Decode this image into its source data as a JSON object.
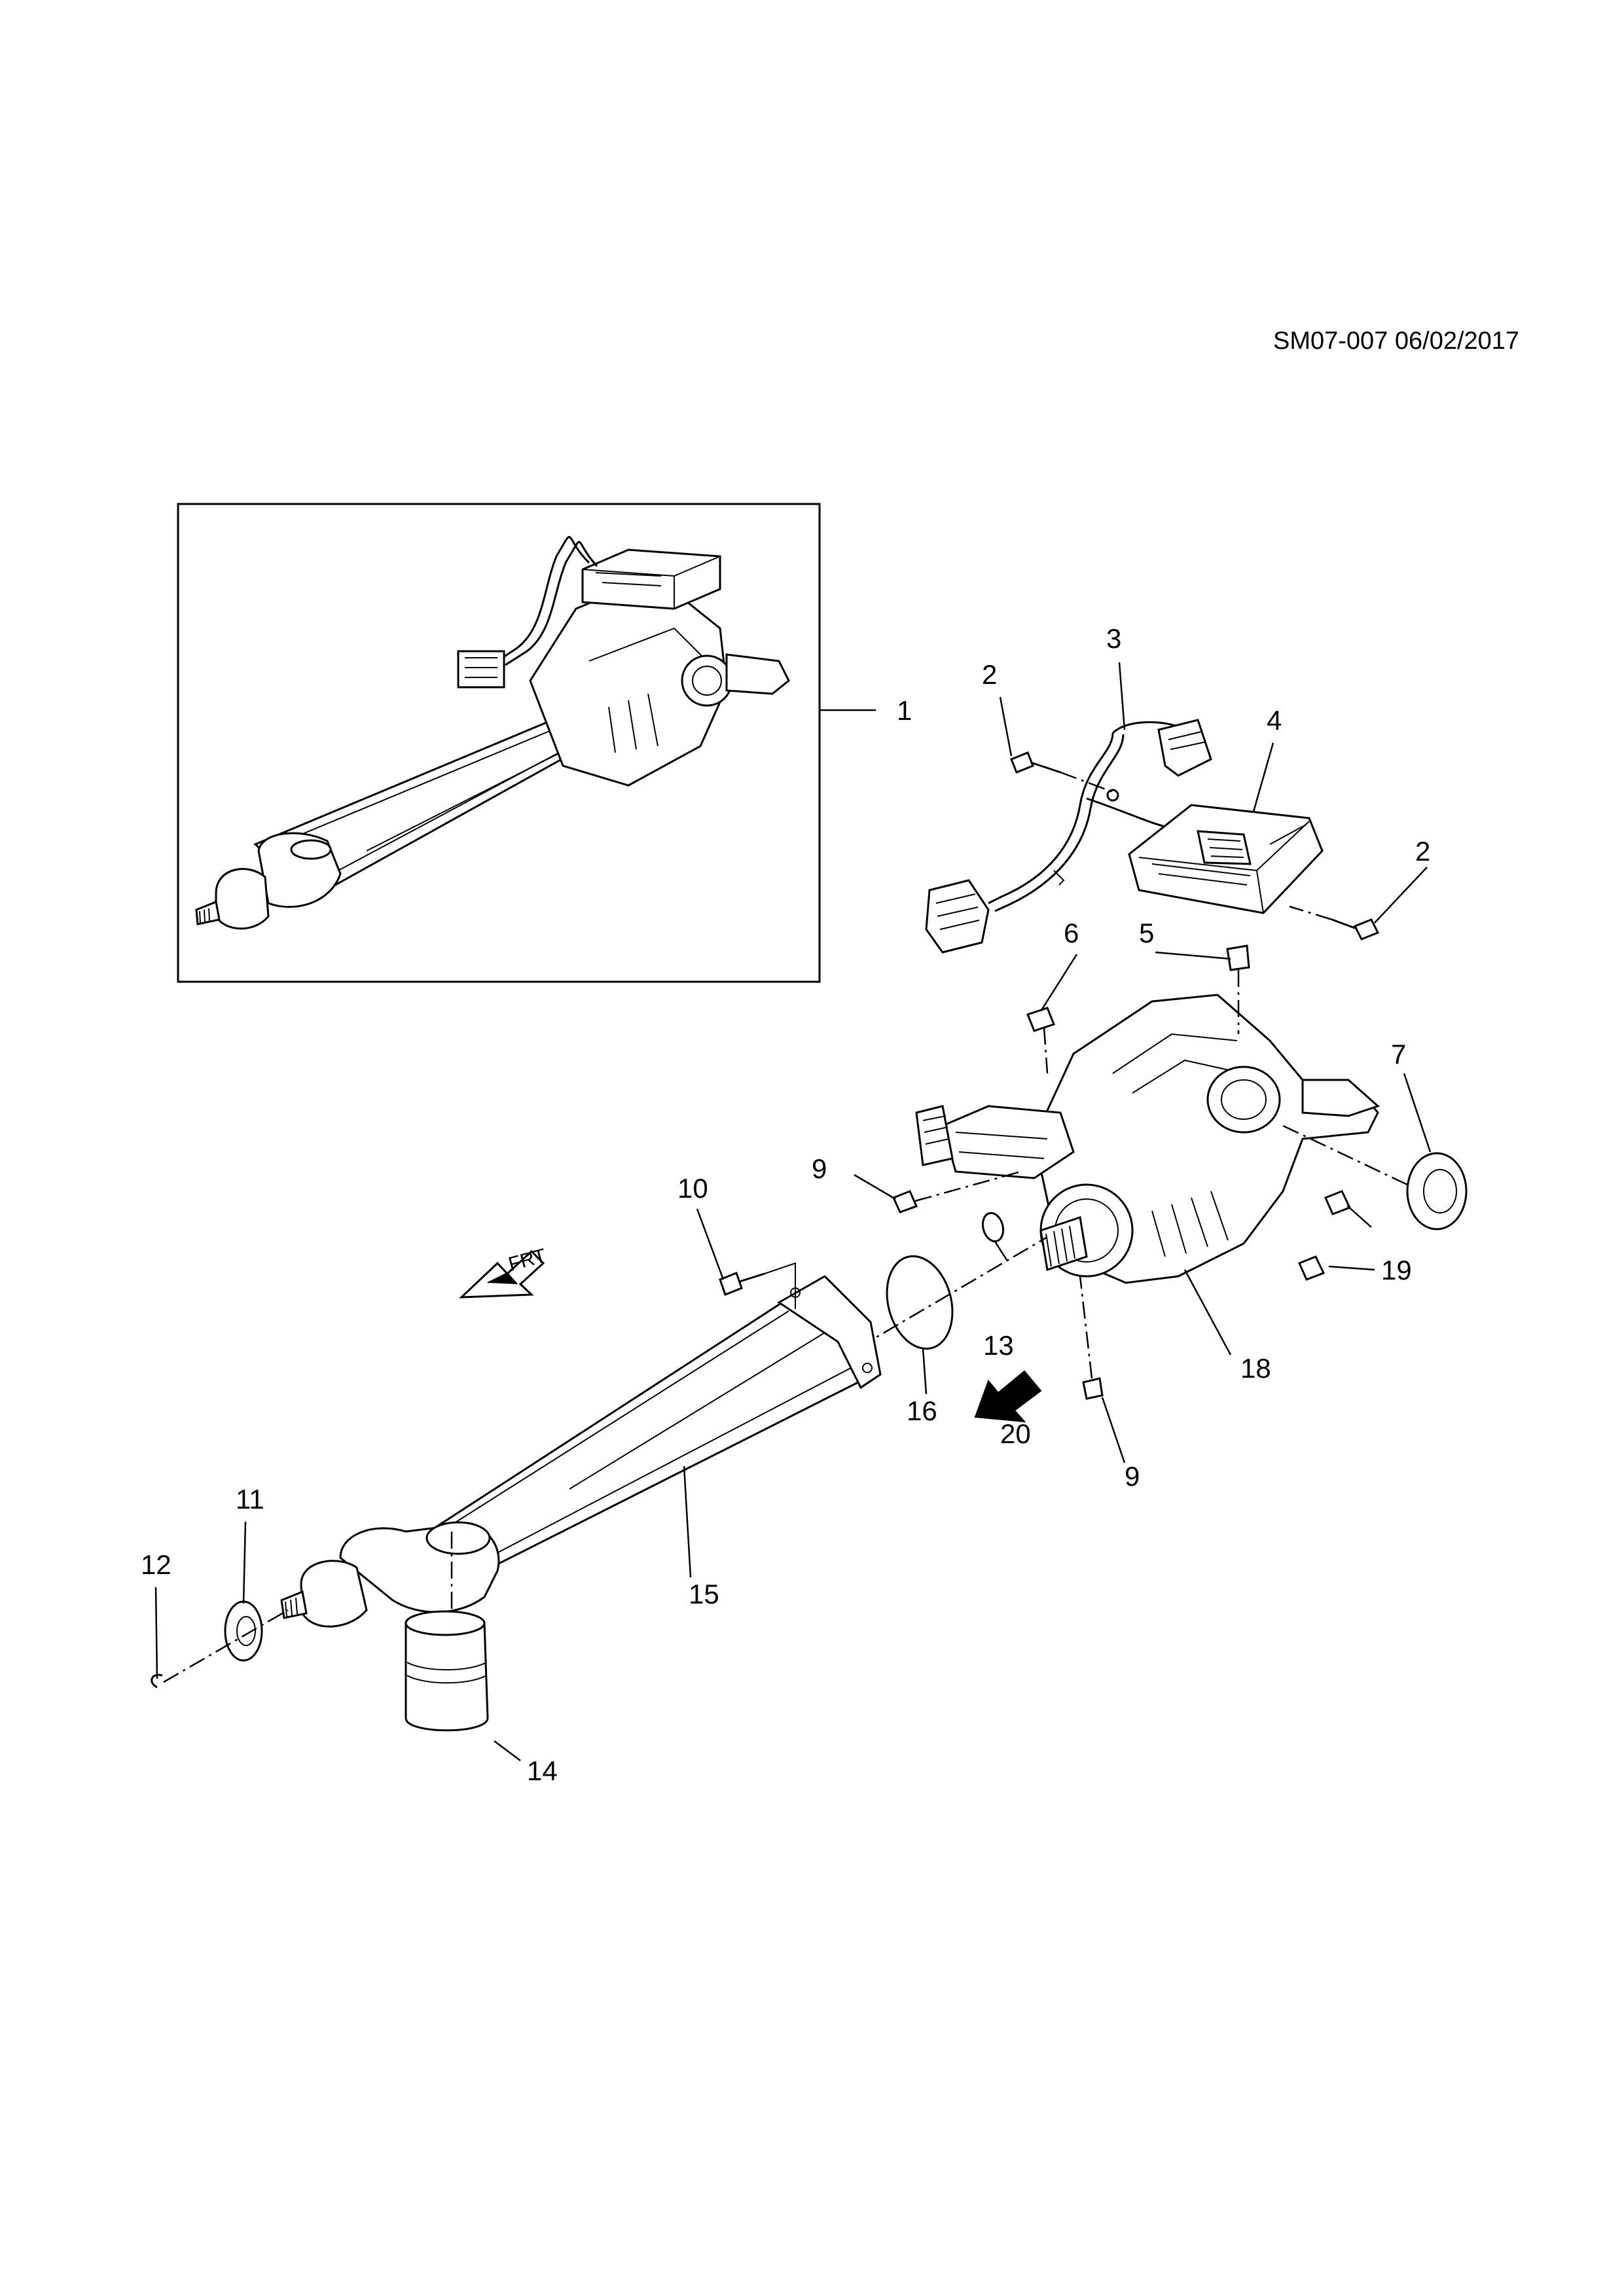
{
  "document": {
    "reference": "SM07-007 06/02/2017"
  },
  "frt_label": "FRT",
  "callouts": [
    {
      "id": "1",
      "label": "1"
    },
    {
      "id": "2a",
      "label": "2"
    },
    {
      "id": "2b",
      "label": "2"
    },
    {
      "id": "3",
      "label": "3"
    },
    {
      "id": "4",
      "label": "4"
    },
    {
      "id": "5",
      "label": "5"
    },
    {
      "id": "6",
      "label": "6"
    },
    {
      "id": "7",
      "label": "7"
    },
    {
      "id": "9a",
      "label": "9"
    },
    {
      "id": "9b",
      "label": "9"
    },
    {
      "id": "10",
      "label": "10"
    },
    {
      "id": "11",
      "label": "11"
    },
    {
      "id": "12",
      "label": "12"
    },
    {
      "id": "13",
      "label": "13"
    },
    {
      "id": "14",
      "label": "14"
    },
    {
      "id": "15",
      "label": "15"
    },
    {
      "id": "16",
      "label": "16"
    },
    {
      "id": "18",
      "label": "18"
    },
    {
      "id": "19",
      "label": "19"
    },
    {
      "id": "20",
      "label": "20"
    }
  ],
  "colors": {
    "line": "#000000",
    "background": "#ffffff",
    "shade": "#d9d9d9"
  }
}
